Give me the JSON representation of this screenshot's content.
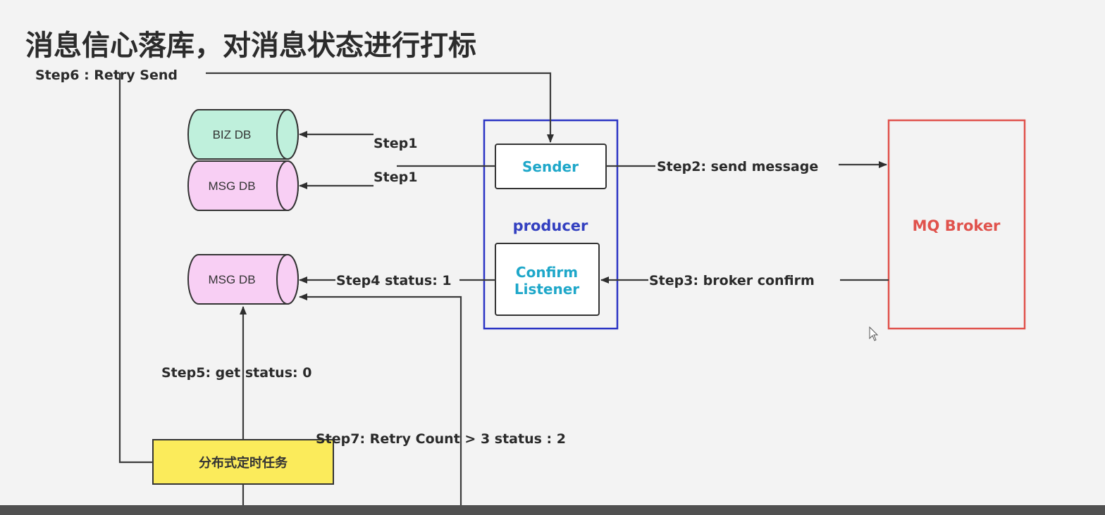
{
  "title": "消息信心落库，对消息状态进行打标",
  "nodes": {
    "biz_db": "BIZ DB",
    "msg_db_top": "MSG DB",
    "msg_db_bottom": "MSG DB",
    "sender": "Sender",
    "producer": "producer",
    "confirm_line1": "Confirm",
    "confirm_line2": "Listener",
    "mq_broker": "MQ Broker",
    "scheduled_job": "分布式定时任务"
  },
  "steps": {
    "step1_biz": "Step1",
    "step1_msg": "Step1",
    "step2": "Step2:  send message",
    "step3": "Step3:  broker confirm",
    "step4": "Step4 status: 1",
    "step5": "Step5: get status:  0",
    "step6": "Step6 :  Retry Send",
    "step7": "Step7: Retry Count > 3 status : 2"
  },
  "colors": {
    "biz_db_fill": "#bff0dc",
    "msg_db_fill": "#f8cff4",
    "producer_border": "#2b34c4",
    "broker_border": "#e0524c",
    "job_fill": "#fbeb5b"
  }
}
